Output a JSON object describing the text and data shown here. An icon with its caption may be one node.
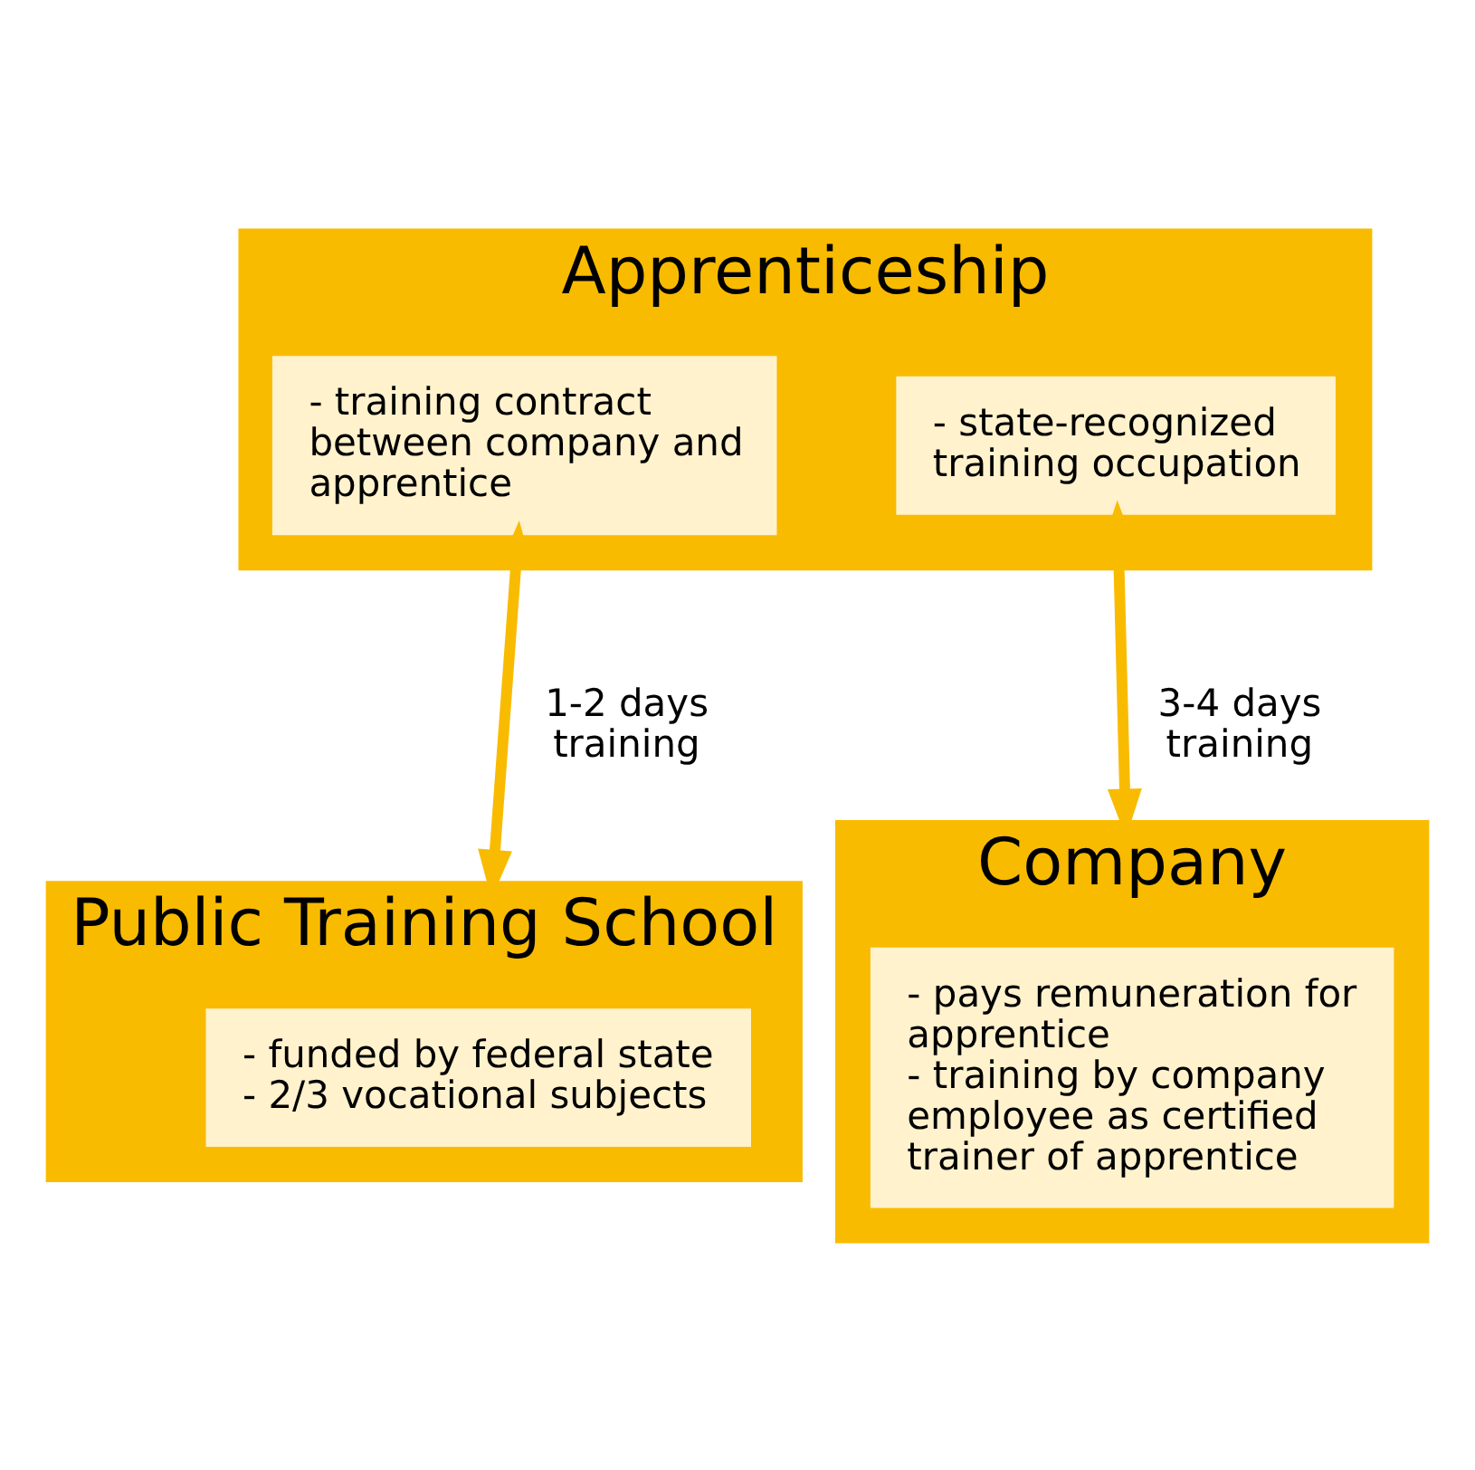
{
  "diagram": {
    "nodes": [
      {
        "text": [
          "Apprenticeship"
        ]
      },
      {
        "text": [
          "- training contract between company and apprentice"
        ],
        "in": 0
      },
      {
        "text": [
          "- state-recognized training occupation"
        ],
        "in": 0
      },
      {
        "text": [
          "Public Training School"
        ]
      },
      {
        "text": [
          "- funded by federal state",
          "- 2/3 vocational subjects"
        ],
        "in": 3
      },
      {
        "text": [
          "Company"
        ]
      },
      {
        "text": [
          "- pays remuneration for apprentice",
          "- training by company employee as certified trainer of apprentice"
        ],
        "in": 5
      }
    ],
    "edges": [
      {
        "from": 1,
        "to": 3,
        "arrow": "both",
        "label": "1-2 days training"
      },
      {
        "from": 2,
        "to": 5,
        "arrow": "both",
        "label": "3-4 days training"
      }
    ]
  }
}
